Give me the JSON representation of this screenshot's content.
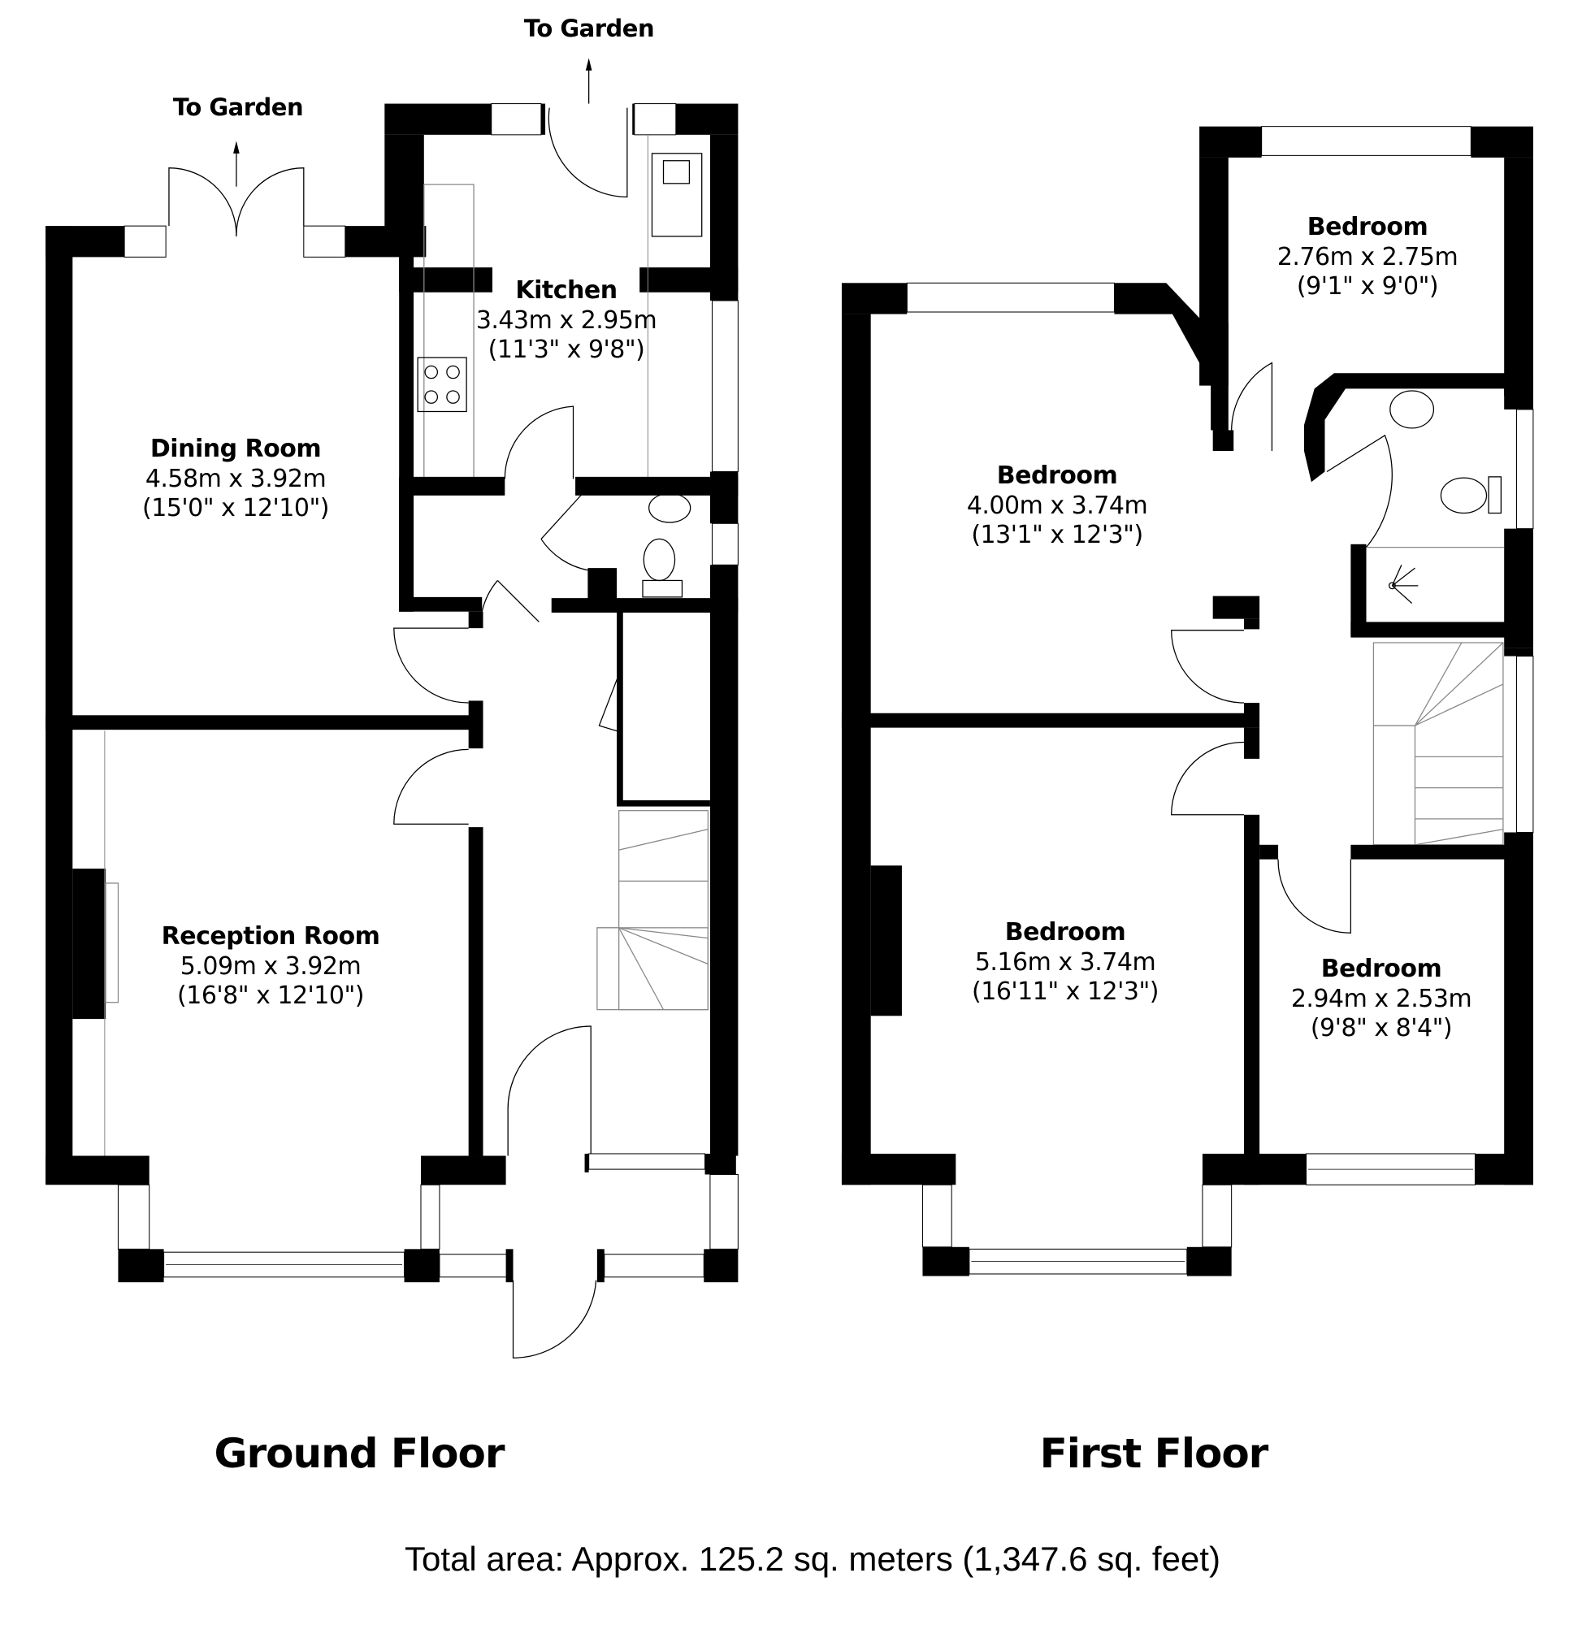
{
  "ground_floor": {
    "title": "Ground Floor",
    "garden_labels": [
      "To Garden",
      "To Garden"
    ],
    "rooms": [
      {
        "name": "Kitchen",
        "metric": "3.43m x 2.95m",
        "imperial": "(11'3\" x 9'8\")"
      },
      {
        "name": "Dining Room",
        "metric": "4.58m x 3.92m",
        "imperial": "(15'0\" x 12'10\")"
      },
      {
        "name": "Reception Room",
        "metric": "5.09m x 3.92m",
        "imperial": "(16'8\" x 12'10\")"
      }
    ]
  },
  "first_floor": {
    "title": "First Floor",
    "rooms": [
      {
        "name": "Bedroom",
        "metric": "2.76m x 2.75m",
        "imperial": "(9'1\" x 9'0\")"
      },
      {
        "name": "Bedroom",
        "metric": "4.00m x 3.74m",
        "imperial": "(13'1\" x 12'3\")"
      },
      {
        "name": "Bedroom",
        "metric": "5.16m x 3.74m",
        "imperial": "(16'11\" x 12'3\")"
      },
      {
        "name": "Bedroom",
        "metric": "2.94m x 2.53m",
        "imperial": "(9'8\" x 8'4\")"
      }
    ]
  },
  "total_area": "Total area: Approx. 125.2 sq. meters (1,347.6 sq. feet)"
}
